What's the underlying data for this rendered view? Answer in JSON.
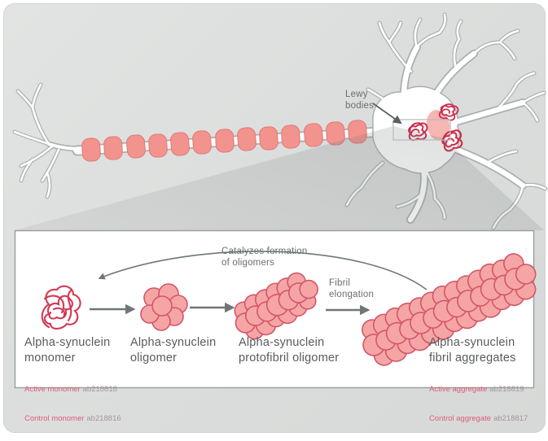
{
  "diagram": {
    "neuron": {
      "lewy_label": "Lewy\nbodies"
    },
    "panel": {
      "catalyzes_label": "Catalyzes formation\nof oligomers",
      "elongation_label": "Fibril\nelongation",
      "stages": [
        {
          "title": "Alpha-synuclein\nmonomer",
          "products": [
            {
              "name": "Active monomer",
              "code": "ab218818"
            },
            {
              "name": "Control monomer",
              "code": "ab218816"
            }
          ]
        },
        {
          "title": "Alpha-synuclein\noligomer",
          "products": []
        },
        {
          "title": "Alpha-synuclein\nprotofibril oligomer",
          "products": []
        },
        {
          "title": "Alpha-synuclein\nfibril aggregates",
          "products": [
            {
              "name": "Active aggregate",
              "code": "ab218819"
            },
            {
              "name": "Control aggregate",
              "code": "ab218817"
            }
          ]
        }
      ]
    },
    "palette": {
      "molecule_fill": "#f5a6a4",
      "molecule_stroke": "#d4556a",
      "myelin_pink": "#f2938e",
      "lewy_red": "#ce2b4a",
      "heading_text": "#575c5e",
      "annotation_text": "#68706f",
      "product_name_red": "#dc5e78",
      "product_code_gray": "#a3969b",
      "background_gray": "#dcdedd",
      "panel_border": "#9ba1a0",
      "arrow_gray": "#6f7776"
    }
  }
}
